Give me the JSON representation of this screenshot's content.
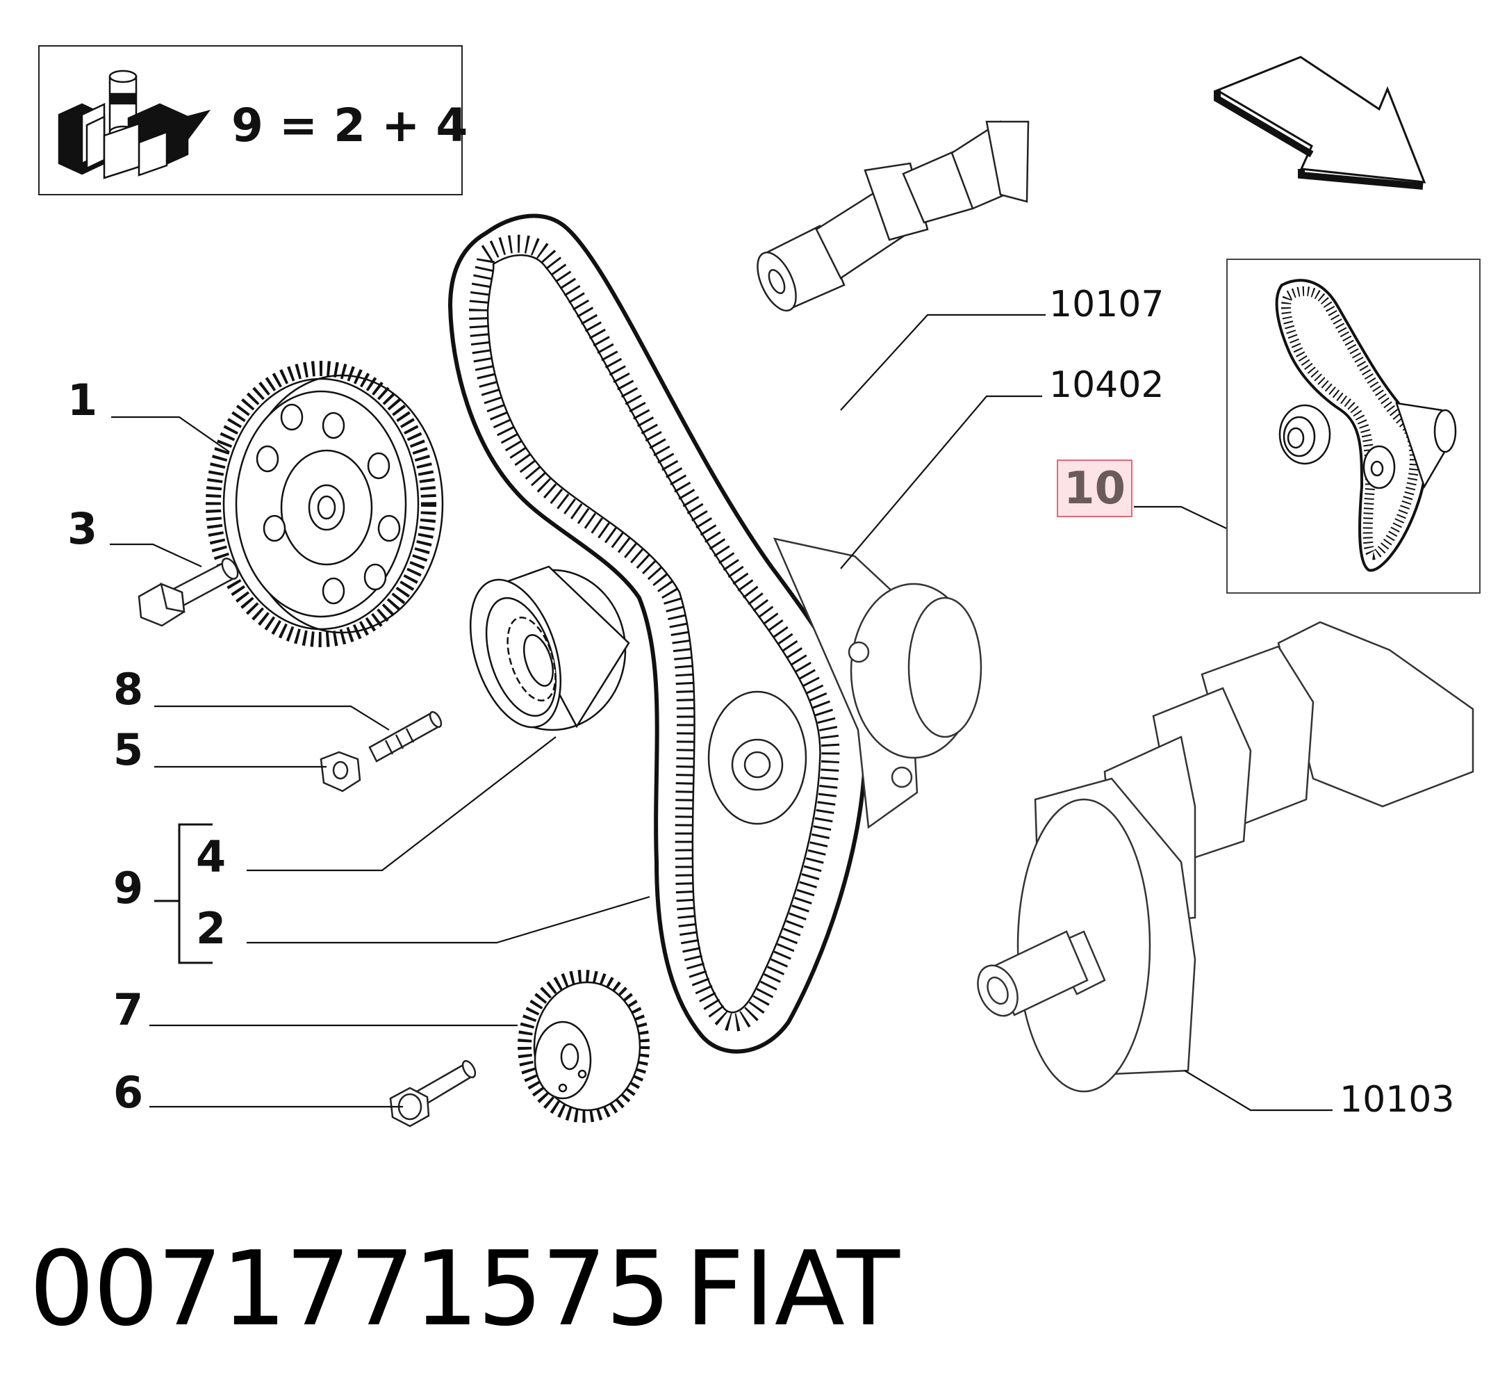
{
  "kit": {
    "formula": "9 = 2 + 4"
  },
  "callouts": {
    "c1": "1",
    "c3": "3",
    "c8": "8",
    "c5": "5",
    "c9": "9",
    "c4": "4",
    "c2": "2",
    "c7": "7",
    "c6": "6",
    "c10": "10"
  },
  "refs": {
    "r10107": "10107",
    "r10402": "10402",
    "r10103": "10103"
  },
  "footer": {
    "part_number": "0071771575",
    "brand": "FIAT"
  },
  "colors": {
    "line": "#111111",
    "highlight_fill": "#fbe3e6",
    "highlight_border": "#e06a7a"
  },
  "icons": [
    "kit-boxes-icon",
    "direction-arrow-icon"
  ]
}
